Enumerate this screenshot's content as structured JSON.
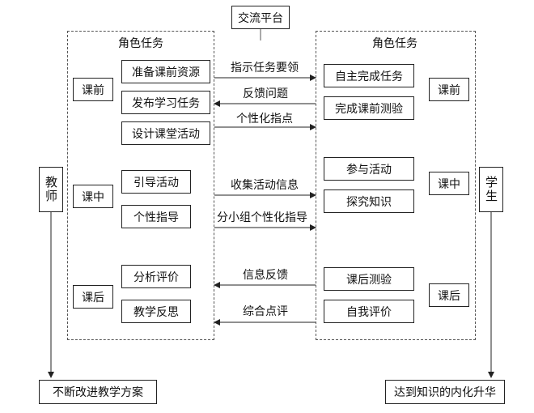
{
  "platform": {
    "title": "交流平台"
  },
  "teacher": {
    "heading": "角色任务",
    "side_label": "教师",
    "outcome": "不断改进教学方案",
    "phases": {
      "pre": {
        "label": "课前",
        "tasks": [
          "准备课前资源",
          "发布学习任务",
          "设计课堂活动"
        ]
      },
      "in": {
        "label": "课中",
        "tasks": [
          "引导活动",
          "个性指导"
        ]
      },
      "post": {
        "label": "课后",
        "tasks": [
          "分析评价",
          "教学反思"
        ]
      }
    }
  },
  "student": {
    "heading": "角色任务",
    "side_label": "学生",
    "outcome": "达到知识的内化升华",
    "phases": {
      "pre": {
        "label": "课前",
        "tasks": [
          "自主完成任务",
          "完成课前测验"
        ]
      },
      "in": {
        "label": "课中",
        "tasks": [
          "参与活动",
          "探究知识"
        ]
      },
      "post": {
        "label": "课后",
        "tasks": [
          "课后测验",
          "自我评价"
        ]
      }
    }
  },
  "arrows": [
    {
      "label": "指示任务要领",
      "direction": "to-student"
    },
    {
      "label": "反馈问题",
      "direction": "to-teacher"
    },
    {
      "label": "个性化指点",
      "direction": "to-student"
    },
    {
      "label": "收集活动信息",
      "direction": "to-student"
    },
    {
      "label": "分小组个性化指导",
      "direction": "to-student"
    },
    {
      "label": "信息反馈",
      "direction": "to-teacher"
    },
    {
      "label": "综合点评",
      "direction": "to-teacher"
    }
  ]
}
